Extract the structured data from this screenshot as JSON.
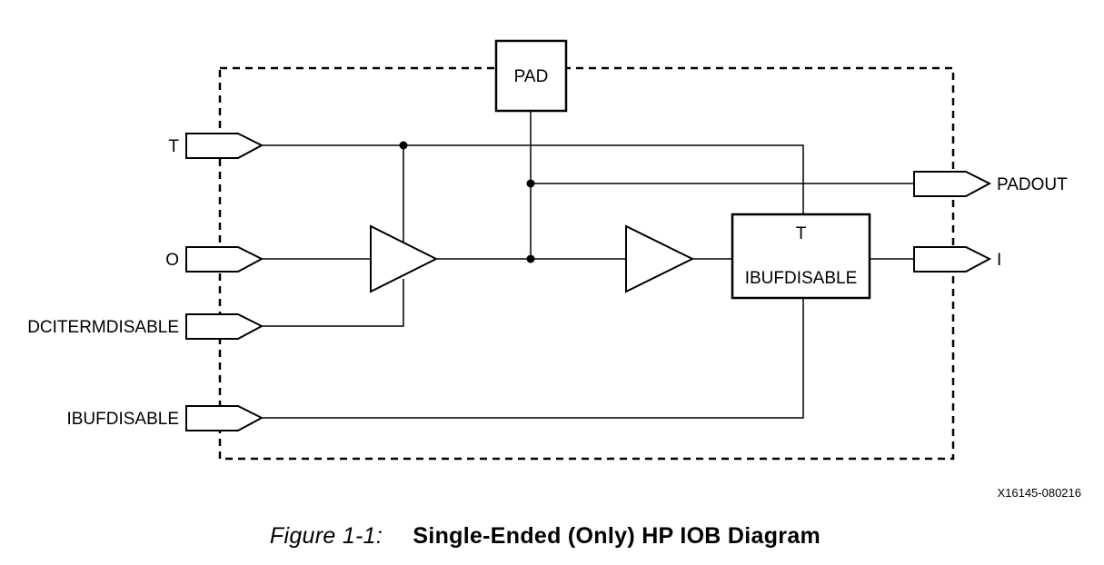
{
  "pad_label": "PAD",
  "inputs": {
    "t": "T",
    "o": "O",
    "dcitermdisable": "DCITERMDISABLE",
    "ibufdisable": "IBUFDISABLE"
  },
  "outputs": {
    "padout": "PADOUT",
    "i": "I"
  },
  "ibuf_block": {
    "t_label": "T",
    "ibufdisable_label": "IBUFDISABLE"
  },
  "drawing_id": "X16145-080216",
  "caption": {
    "figure_label": "Figure 1-1:",
    "title": "Single-Ended (Only) HP IOB Diagram"
  }
}
